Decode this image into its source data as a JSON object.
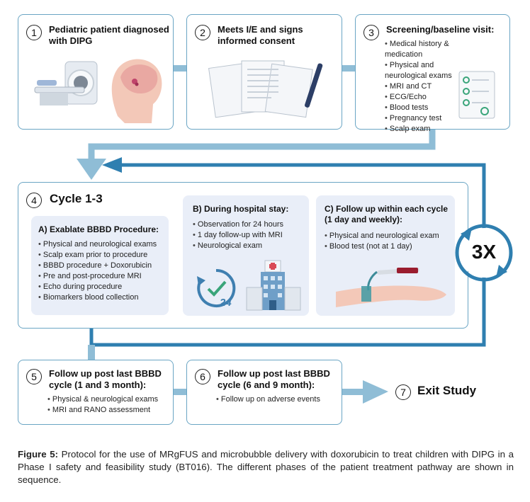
{
  "steps": {
    "s1": {
      "num": "1",
      "title": "Pediatric patient diagnosed with DIPG"
    },
    "s2": {
      "num": "2",
      "title": "Meets I/E and signs informed consent"
    },
    "s3": {
      "num": "3",
      "title": "Screening/baseline visit:",
      "items": [
        "Medical history & medication",
        "Physical and neurological exams",
        "MRI and CT",
        "ECG/Echo",
        "Blood tests",
        "Pregnancy test",
        "Scalp exam"
      ]
    },
    "s4": {
      "num": "4",
      "title": "Cycle 1-3",
      "panel_a": {
        "title": "A) Exablate BBBD Procedure:",
        "items": [
          "Physical and neurological exams",
          "Scalp exam prior to procedure",
          "BBBD procedure + Doxorubicin",
          "Pre and post-procedure MRI",
          "Echo during procedure",
          "Biomarkers blood collection"
        ]
      },
      "panel_b": {
        "title": "B) During hospital stay:",
        "items": [
          "Observation for 24 hours",
          "1 day follow-up with MRI",
          "Neurological exam"
        ],
        "clock_label": "24"
      },
      "panel_c": {
        "title": "C) Follow up within each cycle (1 day and weekly):",
        "items": [
          "Physical and neurological exam",
          "Blood test (not at 1 day)"
        ]
      }
    },
    "s5": {
      "num": "5",
      "title": "Follow up post last BBBD cycle (1 and 3 month):",
      "items": [
        "Physical & neurological exams",
        "MRI and RANO assessment"
      ]
    },
    "s6": {
      "num": "6",
      "title": "Follow up post last BBBD cycle (6 and 9 month):",
      "items": [
        "Follow up on adverse events"
      ]
    },
    "s7": {
      "num": "7",
      "title": "Exit Study"
    }
  },
  "repeat_label": "3X",
  "caption": {
    "label": "Figure 5:",
    "text": "Protocol for the use of MRgFUS and microbubble delivery with doxorubicin to treat children with DIPG in a Phase I safety and feasibility study (BT016). The different phases of the patient treatment pathway are shown in sequence."
  },
  "colors": {
    "box_border": "#6aa5c4",
    "arrow": "#8fbdd6",
    "cycle_arrow": "#2f7fb0",
    "panel_bg": "#e9eef8"
  }
}
